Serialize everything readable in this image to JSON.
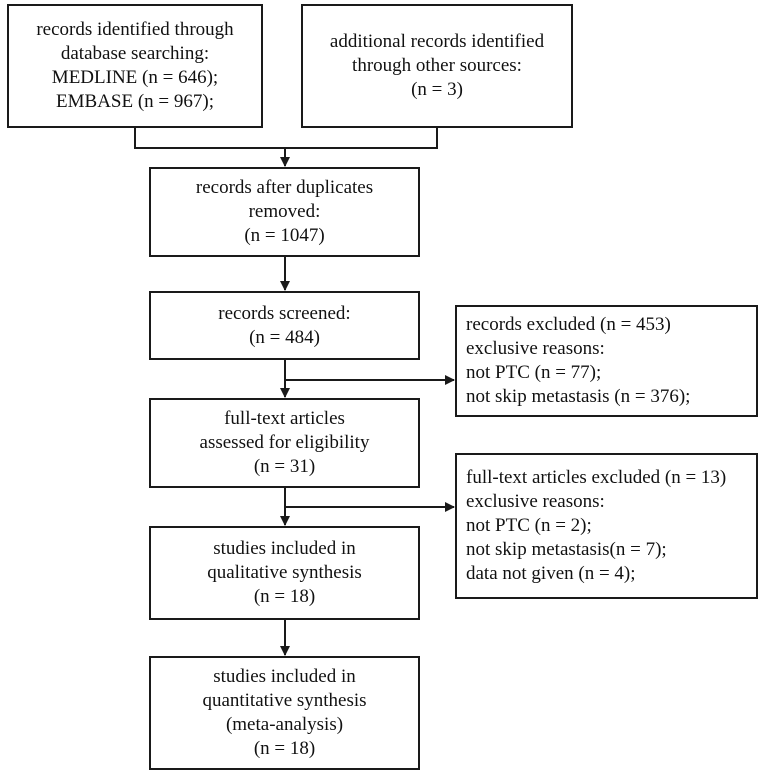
{
  "boxes": {
    "db_search": {
      "lines": [
        "records identified through",
        "database searching:",
        "MEDLINE (n = 646);",
        "EMBASE (n = 967);"
      ]
    },
    "other_sources": {
      "lines": [
        "additional records identified",
        "through other sources:",
        "(n = 3)"
      ]
    },
    "after_duplicates": {
      "lines": [
        "records after duplicates",
        "removed:",
        "(n = 1047)"
      ]
    },
    "screened": {
      "lines": [
        "records screened:",
        "(n = 484)"
      ]
    },
    "excluded_records": {
      "lines": [
        "records excluded (n = 453)",
        "exclusive reasons:",
        "not PTC (n = 77);",
        "not skip metastasis (n = 376);"
      ]
    },
    "full_text": {
      "lines": [
        "full-text articles",
        "assessed for eligibility",
        "(n = 31)"
      ]
    },
    "excluded_full_text": {
      "lines": [
        "full-text articles excluded (n = 13)",
        "exclusive reasons:",
        "not PTC (n = 2);",
        "not skip metastasis(n = 7);",
        "data not given (n = 4);"
      ]
    },
    "qualitative": {
      "lines": [
        "studies included in",
        "qualitative synthesis",
        "(n = 18)"
      ]
    },
    "quantitative": {
      "lines": [
        "studies included in",
        "quantitative synthesis",
        "(meta-analysis)",
        "(n = 18)"
      ]
    }
  }
}
